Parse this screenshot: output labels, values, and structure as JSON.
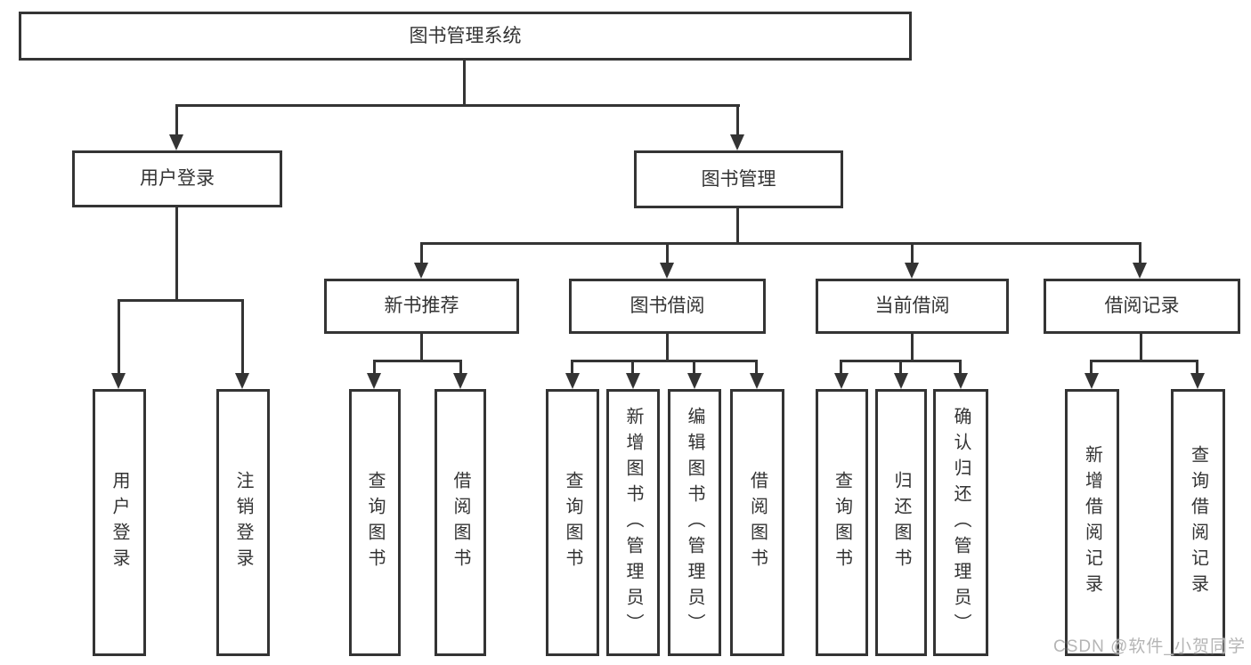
{
  "nodes": {
    "root": "图书管理系统",
    "login": {
      "label": "用户登录",
      "children": [
        "用户登录",
        "注销登录"
      ]
    },
    "mgmt": {
      "label": "图书管理",
      "groups": [
        {
          "label": "新书推荐",
          "children": [
            "查询图书",
            "借阅图书"
          ]
        },
        {
          "label": "图书借阅",
          "children": [
            "查询图书",
            "新增图书（管理员）",
            "编辑图书（管理员）",
            "借阅图书"
          ]
        },
        {
          "label": "当前借阅",
          "children": [
            "查询图书",
            "归还图书",
            "确认归还（管理员）"
          ]
        },
        {
          "label": "借阅记录",
          "children": [
            "新增借阅记录",
            "查询借阅记录"
          ]
        }
      ]
    }
  },
  "watermark": "CSDN @软件_小贺同学",
  "colors": {
    "line": "#343434",
    "text": "#333333",
    "watermark": "#b5b5b5",
    "background": "#ffffff"
  }
}
